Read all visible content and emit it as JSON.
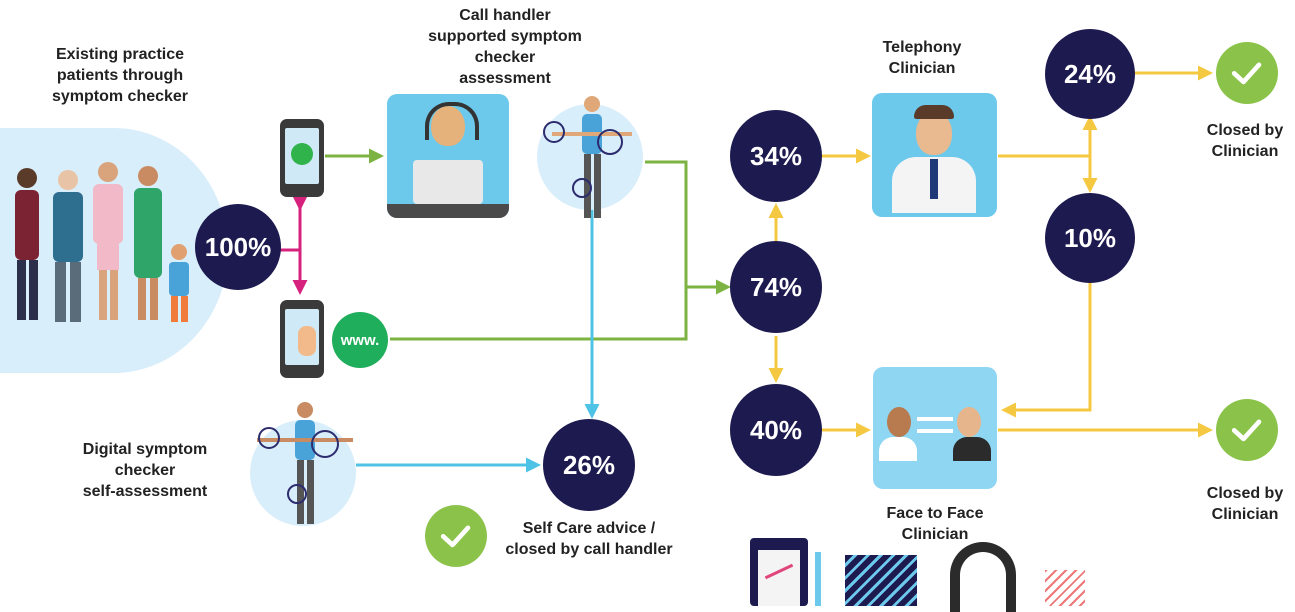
{
  "labels": {
    "existing_patients": [
      "Existing practice",
      "patients through",
      "symptom checker"
    ],
    "call_handler": [
      "Call handler",
      "supported symptom",
      "checker",
      "assessment"
    ],
    "digital_self": [
      "Digital symptom",
      "checker",
      "self-assessment"
    ],
    "self_care": [
      "Self Care advice /",
      "closed by call handler"
    ],
    "telephony": [
      "Telephony",
      "Clinician"
    ],
    "face_to_face": [
      "Face to Face",
      "Clinician"
    ],
    "closed_top": [
      "Closed by",
      "Clinician"
    ],
    "closed_bottom": [
      "Closed by",
      "Clinician"
    ],
    "www": "www."
  },
  "nodes": {
    "pct_100": "100%",
    "pct_74": "74%",
    "pct_34": "34%",
    "pct_40": "40%",
    "pct_26": "26%",
    "pct_24": "24%",
    "pct_10": "10%"
  },
  "colors": {
    "node": "#1d1a4f",
    "green_flow": "#7cb342",
    "blue_flow": "#4fc3e6",
    "magenta_flow": "#d6227d",
    "yellow_flow": "#f5c842",
    "check": "#8bc34a",
    "tile_blue": "#6cc9ec"
  }
}
